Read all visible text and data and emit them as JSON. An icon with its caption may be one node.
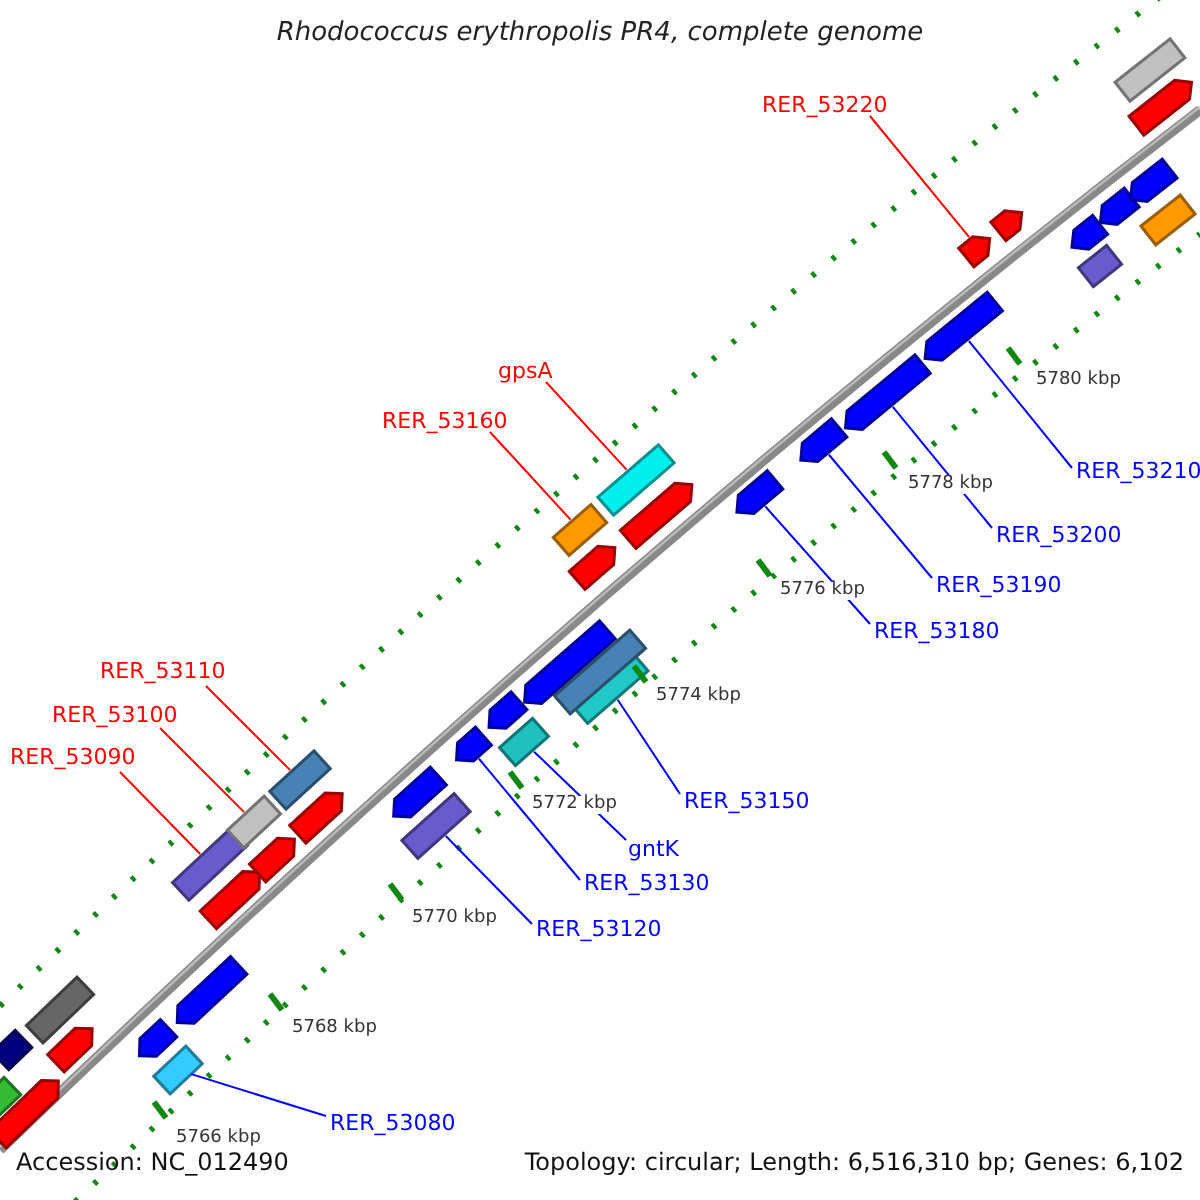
{
  "diagram": {
    "title": "Rhodococcus erythropolis PR4, complete genome",
    "nodes": [
      {
        "text": [
          "RER_53090"
        ]
      },
      {
        "text": [],
        "shape": "bar"
      },
      {
        "text": [
          "RER_53100"
        ]
      },
      {
        "text": [],
        "shape": "bar"
      },
      {
        "text": [
          "RER_53110"
        ]
      },
      {
        "text": [],
        "shape": "bar"
      },
      {
        "text": [
          "RER_53160"
        ]
      },
      {
        "text": [],
        "shape": "bar"
      },
      {
        "text": [
          "gpsA"
        ]
      },
      {
        "text": [],
        "shape": "bar"
      },
      {
        "text": [
          "RER_53220"
        ]
      },
      {
        "text": [],
        "shape": "arrow"
      },
      {
        "text": [
          "RER_53080"
        ]
      },
      {
        "text": [],
        "shape": "bar"
      },
      {
        "text": [
          "RER_53120"
        ]
      },
      {
        "text": [],
        "shape": "bar"
      },
      {
        "text": [
          "RER_53130"
        ]
      },
      {
        "text": [],
        "shape": "arrow"
      },
      {
        "text": [
          "gntK"
        ]
      },
      {
        "text": [],
        "shape": "bar"
      },
      {
        "text": [
          "RER_53150"
        ]
      },
      {
        "text": [],
        "shape": "bar"
      },
      {
        "text": [
          "RER_53180"
        ]
      },
      {
        "text": [],
        "shape": "arrow"
      },
      {
        "text": [
          "RER_53190"
        ]
      },
      {
        "text": [],
        "shape": "arrow"
      },
      {
        "text": [
          "RER_53200"
        ]
      },
      {
        "text": [],
        "shape": "arrow"
      },
      {
        "text": [
          "RER_53210"
        ]
      },
      {
        "text": [],
        "shape": "arrow"
      },
      {
        "text": [],
        "shape": "bar"
      },
      {
        "text": [],
        "shape": "bar"
      },
      {
        "text": [],
        "shape": "bar"
      },
      {
        "text": [],
        "shape": "arrow"
      },
      {
        "text": [],
        "shape": "arrow"
      },
      {
        "text": [],
        "shape": "arrow"
      },
      {
        "text": [],
        "shape": "arrow"
      },
      {
        "text": [],
        "shape": "arrow"
      },
      {
        "text": [],
        "shape": "arrow"
      },
      {
        "text": [],
        "shape": "arrow"
      },
      {
        "text": [],
        "shape": "arrow"
      },
      {
        "text": [],
        "shape": "bar"
      },
      {
        "text": [],
        "shape": "arrow"
      },
      {
        "text": [],
        "shape": "arrow"
      },
      {
        "text": [],
        "shape": "arrow"
      },
      {
        "text": [],
        "shape": "arrow"
      },
      {
        "text": [],
        "shape": "arrow"
      },
      {
        "text": [],
        "shape": "arrow"
      },
      {
        "text": [],
        "shape": "bar"
      },
      {
        "text": [],
        "shape": "arrow"
      },
      {
        "text": [],
        "shape": "arrow"
      },
      {
        "text": [],
        "shape": "arrow"
      },
      {
        "text": [],
        "shape": "bar"
      },
      {
        "text": [],
        "shape": "bar"
      }
    ],
    "edges": [
      {
        "from": 0,
        "to": 1,
        "arrow": "none",
        "color": "#ff0000"
      },
      {
        "from": 2,
        "to": 3,
        "arrow": "none",
        "color": "#ff0000"
      },
      {
        "from": 4,
        "to": 5,
        "arrow": "none",
        "color": "#ff0000"
      },
      {
        "from": 6,
        "to": 7,
        "arrow": "none",
        "color": "#ff0000"
      },
      {
        "from": 8,
        "to": 9,
        "arrow": "none",
        "color": "#ff0000"
      },
      {
        "from": 10,
        "to": 11,
        "arrow": "none",
        "color": "#ff0000"
      },
      {
        "from": 12,
        "to": 13,
        "arrow": "none"
      },
      {
        "from": 14,
        "to": 15,
        "arrow": "none"
      },
      {
        "from": 16,
        "to": 17,
        "arrow": "none"
      },
      {
        "from": 18,
        "to": 19,
        "arrow": "none"
      },
      {
        "from": 20,
        "to": 21,
        "arrow": "none"
      },
      {
        "from": 22,
        "to": 23,
        "arrow": "none"
      },
      {
        "from": 24,
        "to": 25,
        "arrow": "none"
      },
      {
        "from": 26,
        "to": 27,
        "arrow": "none"
      },
      {
        "from": 28,
        "to": 29,
        "arrow": "none"
      }
    ],
    "labels": [
      "5780 kbp",
      "5778 kbp",
      "5776 kbp",
      "5774 kbp",
      "5772 kbp",
      "5770 kbp",
      "5768 kbp",
      "5766 kbp",
      "Accession: NC_012490",
      "Topology: circular; Length: 6,516,310 bp; Genes: 6,102"
    ]
  }
}
